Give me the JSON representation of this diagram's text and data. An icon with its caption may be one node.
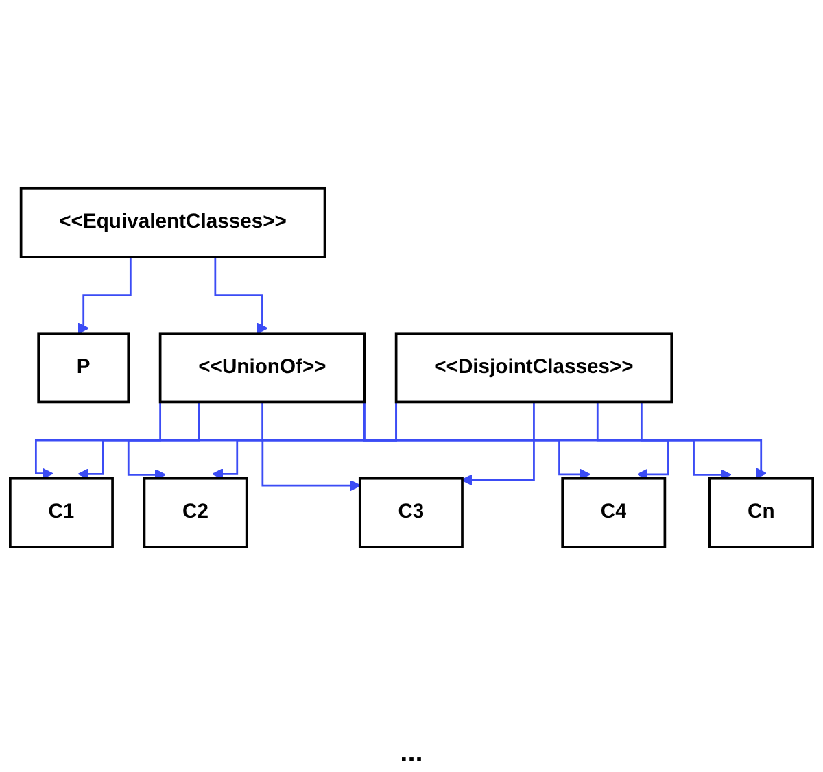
{
  "diagram": {
    "nodes": [
      {
        "text": [
          "<<EquivalentClasses>>"
        ]
      },
      {
        "text": [
          "P"
        ]
      },
      {
        "text": [
          "<<UnionOf>>"
        ]
      },
      {
        "text": [
          "C1"
        ]
      },
      {
        "text": [
          "C2"
        ]
      },
      {
        "text": [
          "C3"
        ]
      },
      {
        "text": [
          "C4"
        ]
      },
      {
        "text": [
          "Cn"
        ]
      },
      {
        "text": [
          "<<DisjointClasses>>"
        ]
      }
    ],
    "edges": [
      {
        "from": 0,
        "to": 1,
        "arrow": "to"
      },
      {
        "from": 0,
        "to": 2,
        "arrow": "to"
      },
      {
        "from": 2,
        "to": 3,
        "arrow": "to"
      },
      {
        "from": 2,
        "to": 4,
        "arrow": "to"
      },
      {
        "from": 2,
        "to": 5,
        "arrow": "to"
      },
      {
        "from": 2,
        "to": 6,
        "arrow": "to"
      },
      {
        "from": 2,
        "to": 7,
        "arrow": "to"
      },
      {
        "from": 8,
        "to": 3,
        "arrow": "to"
      },
      {
        "from": 8,
        "to": 4,
        "arrow": "to"
      },
      {
        "from": 8,
        "to": 5,
        "arrow": "to"
      },
      {
        "from": 8,
        "to": 6,
        "arrow": "to"
      },
      {
        "from": 8,
        "to": 7,
        "arrow": "to"
      }
    ],
    "labels": [
      "..."
    ]
  }
}
